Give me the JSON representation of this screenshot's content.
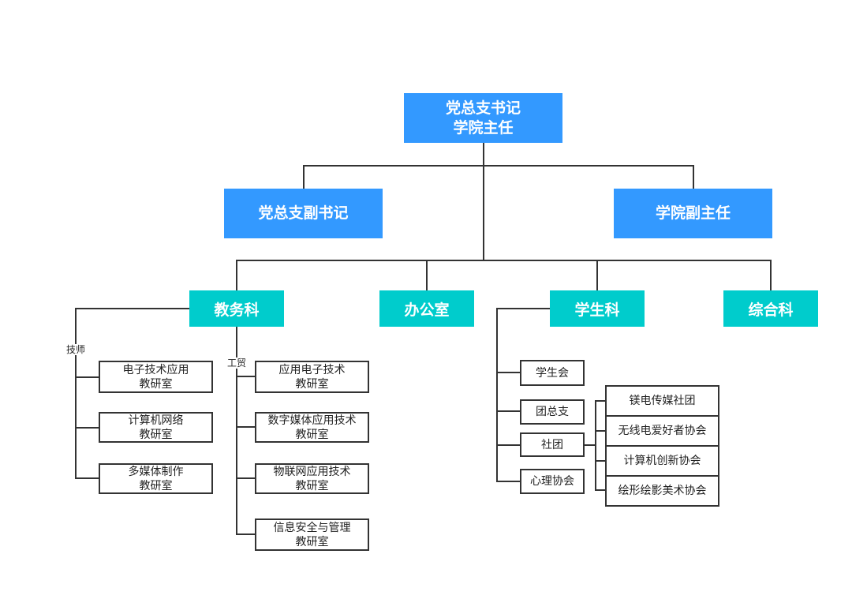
{
  "top": {
    "line1": "党总支书记",
    "line2": "学院主任"
  },
  "deputy_secretary": "党总支副书记",
  "deputy_director": "学院副主任",
  "depts": {
    "jiaowu": "教务科",
    "office": "办公室",
    "student": "学生科",
    "general": "综合科"
  },
  "jishi_label": "技师",
  "gongmao_label": "工贸",
  "jishi_rooms": [
    {
      "line1": "电子技术应用",
      "line2": "教研室"
    },
    {
      "line1": "计算机网络",
      "line2": "教研室"
    },
    {
      "line1": "多媒体制作",
      "line2": "教研室"
    }
  ],
  "gongmao_rooms": [
    {
      "line1": "应用电子技术",
      "line2": "教研室"
    },
    {
      "line1": "数字媒体应用技术",
      "line2": "教研室"
    },
    {
      "line1": "物联网应用技术",
      "line2": "教研室"
    },
    {
      "line1": "信息安全与管理",
      "line2": "教研室"
    }
  ],
  "student_items": [
    "学生会",
    "团总支",
    "社团",
    "心理协会"
  ],
  "clubs": [
    "镁电传媒社团",
    "无线电爱好者协会",
    "计算机创新协会",
    "绘形绘影美术协会"
  ]
}
